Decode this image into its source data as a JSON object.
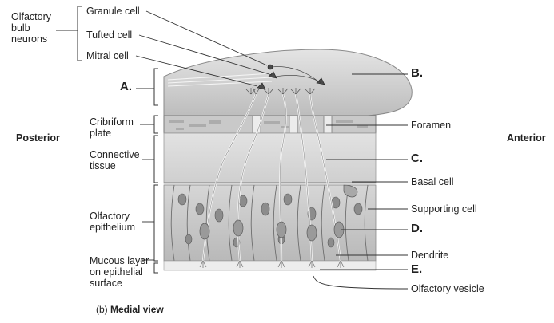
{
  "labels": {
    "olfactory_bulb_neurons": "Olfactory bulb neurons",
    "granule_cell": "Granule cell",
    "tufted_cell": "Tufted cell",
    "mitral_cell": "Mitral cell",
    "a": "A.",
    "b": "B.",
    "c": "C.",
    "d": "D.",
    "e": "E.",
    "cribriform_plate": "Cribriform plate",
    "connective_tissue": "Connective tissue",
    "olfactory_epithelium": "Olfactory epithelium",
    "mucous_layer": "Mucous layer on epithelial surface",
    "foramen": "Foramen",
    "basal_cell": "Basal cell",
    "supporting_cell": "Supporting cell",
    "dendrite": "Dendrite",
    "olfactory_vesicle": "Olfactory vesicle",
    "posterior": "Posterior",
    "anterior": "Anterior",
    "caption_prefix": "(b)",
    "caption_bold": "Medial view"
  },
  "colors": {
    "bulb": "#cfcfcf",
    "plate": "#b8b8b8",
    "connective": "#d7d7d7",
    "epithelium": "#c4c4c4",
    "cell_outline": "#6e6e6e",
    "nucleus": "#8c8c8c",
    "leader_line": "#333333",
    "bracket": "#333333"
  }
}
